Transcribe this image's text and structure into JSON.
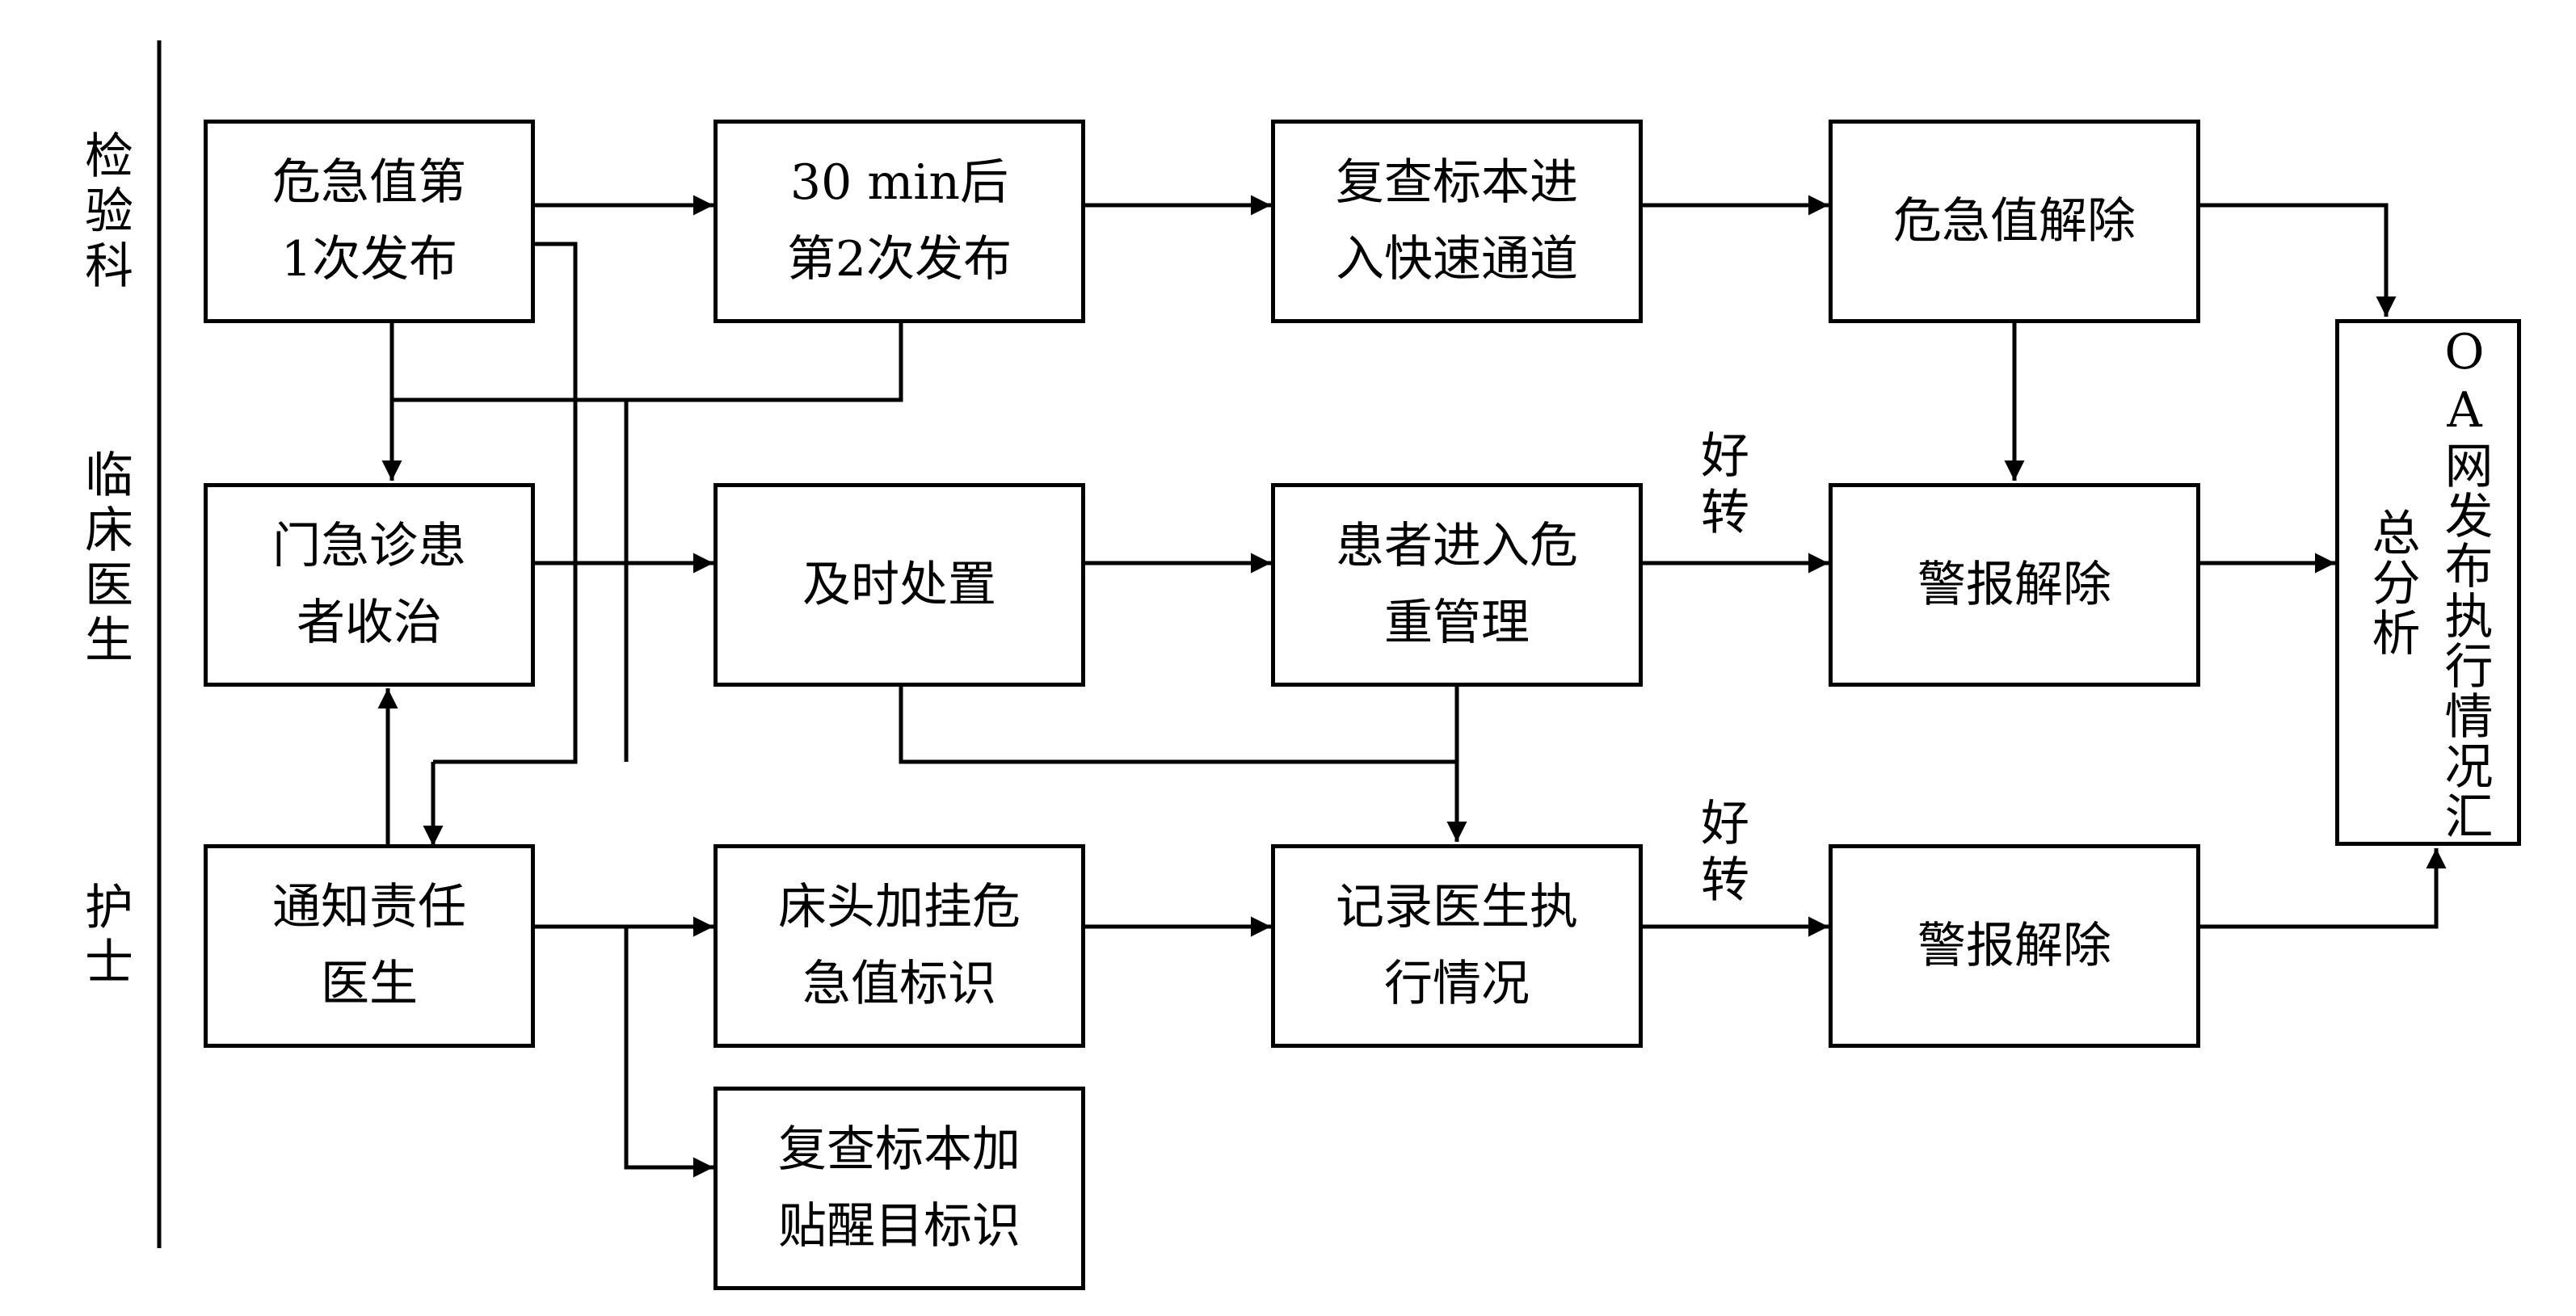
{
  "lanes": {
    "lab": "检\n验\n科",
    "clinic": "临\n床\n医\n生",
    "nurse": "护\n士"
  },
  "boxes": {
    "b1": "危急值第\n1次发布",
    "b2": "30 min后\n第2次发布",
    "b3": "复查标本进\n入快速通道",
    "b4": "危急值解除",
    "b5": "门急诊患\n者收治",
    "b6": "及时处置",
    "b7": "患者进入危\n重管理",
    "b8": "警报解除",
    "b9": "通知责任\n医生",
    "b10": "床头加挂危\n急值标识",
    "b11": "记录医生执\n行情况",
    "b12": "警报解除",
    "b13": "复查标本加\n贴醒目标识",
    "oa": "OA网发布执行情况汇总分析"
  },
  "notes": {
    "improve1": "好\n转",
    "improve2": "好\n转"
  }
}
